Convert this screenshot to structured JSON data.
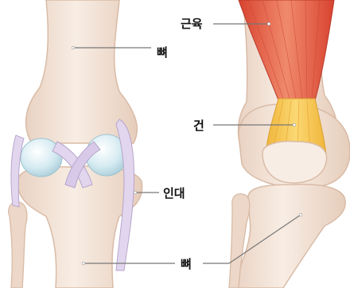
{
  "labels": {
    "muscle": "근육",
    "bone_top": "뼈",
    "tendon": "건",
    "ligament": "인대",
    "bone_bottom": "뼈"
  },
  "colors": {
    "bone_light": "#f6e8dc",
    "bone_shade": "#e9d2c2",
    "bone_edge": "#d9bba6",
    "cartilage": "#cfe6ee",
    "ligament": "#e2d6ee",
    "muscle": "#e2523e",
    "muscle_light": "#f08a6c",
    "tendon": "#f5c44e",
    "leader": "#777777"
  }
}
